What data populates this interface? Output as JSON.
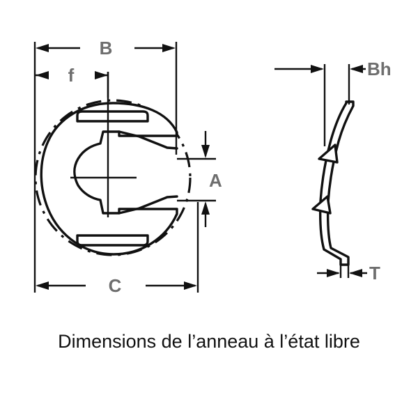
{
  "figure": {
    "title": "Dimensions de l’anneau à l’état libre",
    "type": "engineering-drawing",
    "subject": "retaining ring (E-clip / circlip) free state dimensions",
    "views": [
      {
        "name": "front-view",
        "position": "left",
        "description": "circular retaining ring with central slot opening and two lugs"
      },
      {
        "name": "side-view",
        "position": "right",
        "description": "dished / bowed cross-section profile of the ring"
      }
    ]
  },
  "dimensions": {
    "front_view": [
      {
        "id": "B",
        "label": "B",
        "orientation": "horizontal",
        "position": "top",
        "color": "#6e6e6e"
      },
      {
        "id": "f",
        "label": "f",
        "orientation": "horizontal",
        "position": "upper-left",
        "color": "#6e6e6e"
      },
      {
        "id": "C",
        "label": "C",
        "orientation": "horizontal",
        "position": "bottom",
        "color": "#6e6e6e"
      },
      {
        "id": "A",
        "label": "A",
        "orientation": "vertical",
        "position": "right",
        "color": "#6e6e6e"
      }
    ],
    "side_view": [
      {
        "id": "Bh",
        "label": "Bh",
        "orientation": "horizontal",
        "position": "top-right",
        "color": "#6e6e6e"
      },
      {
        "id": "T",
        "label": "T",
        "orientation": "horizontal",
        "position": "bottom-right",
        "color": "#6e6e6e"
      }
    ]
  },
  "colors": {
    "background": "#ffffff",
    "line": "#111111",
    "label": "#6e6e6e",
    "caption": "#111111"
  }
}
